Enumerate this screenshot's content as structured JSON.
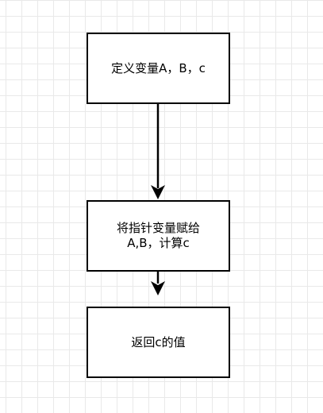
{
  "diagram": {
    "nodes": [
      {
        "id": "n1",
        "label": "定义变量A，B，c"
      },
      {
        "id": "n2",
        "label": "将指针变量赋给\nA,B，计算c"
      },
      {
        "id": "n3",
        "label": "返回c的值"
      }
    ],
    "edges": [
      {
        "from": "n1",
        "to": "n2"
      },
      {
        "from": "n2",
        "to": "n3"
      }
    ],
    "colors": {
      "stroke": "#000000",
      "fill": "#ffffff",
      "grid": "#e9e9e9"
    }
  }
}
